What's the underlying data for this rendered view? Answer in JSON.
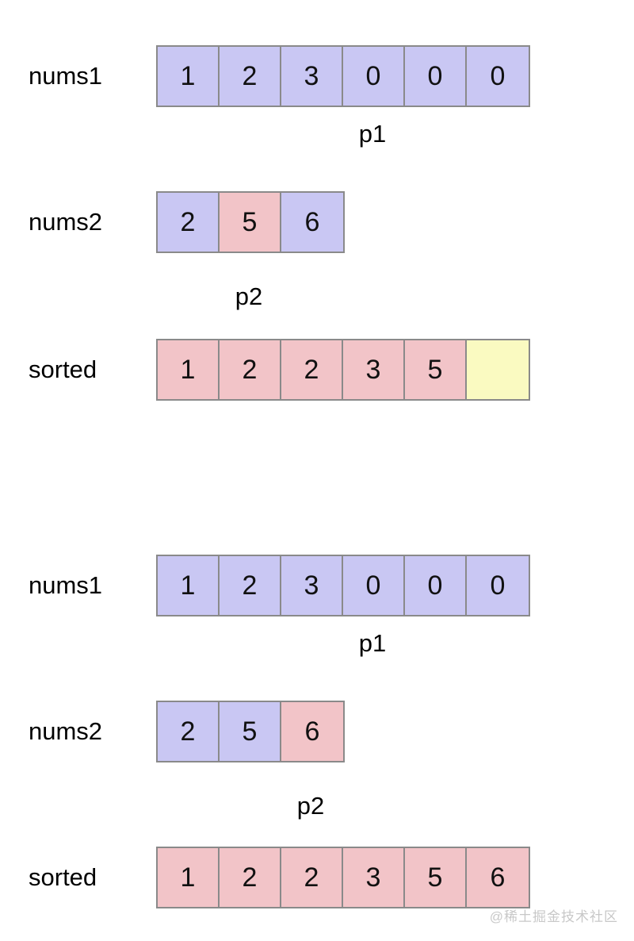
{
  "watermark": "@稀土掘金技术社区",
  "colors": {
    "blue": "#c9c7f3",
    "pink": "#f2c4c8",
    "yellow": "#fafac1",
    "border": "#8a8a8a",
    "text": "#000000",
    "watermark_gray": "#c8c8c8"
  },
  "steps": [
    {
      "name": "step-1",
      "rows": [
        {
          "label": "nums1",
          "cells": [
            {
              "value": "1",
              "color": "blue"
            },
            {
              "value": "2",
              "color": "blue"
            },
            {
              "value": "3",
              "color": "blue"
            },
            {
              "value": "0",
              "color": "blue"
            },
            {
              "value": "0",
              "color": "blue"
            },
            {
              "value": "0",
              "color": "blue"
            }
          ],
          "pointer": {
            "label": "p1",
            "index": 3
          }
        },
        {
          "label": "nums2",
          "cells": [
            {
              "value": "2",
              "color": "blue"
            },
            {
              "value": "5",
              "color": "pink"
            },
            {
              "value": "6",
              "color": "blue"
            }
          ],
          "pointer": {
            "label": "p2",
            "index": 1
          }
        },
        {
          "label": "sorted",
          "cells": [
            {
              "value": "1",
              "color": "pink"
            },
            {
              "value": "2",
              "color": "pink"
            },
            {
              "value": "2",
              "color": "pink"
            },
            {
              "value": "3",
              "color": "pink"
            },
            {
              "value": "5",
              "color": "pink"
            },
            {
              "value": "",
              "color": "yellow"
            }
          ],
          "pointer": null
        }
      ]
    },
    {
      "name": "step-2",
      "rows": [
        {
          "label": "nums1",
          "cells": [
            {
              "value": "1",
              "color": "blue"
            },
            {
              "value": "2",
              "color": "blue"
            },
            {
              "value": "3",
              "color": "blue"
            },
            {
              "value": "0",
              "color": "blue"
            },
            {
              "value": "0",
              "color": "blue"
            },
            {
              "value": "0",
              "color": "blue"
            }
          ],
          "pointer": {
            "label": "p1",
            "index": 3
          }
        },
        {
          "label": "nums2",
          "cells": [
            {
              "value": "2",
              "color": "blue"
            },
            {
              "value": "5",
              "color": "blue"
            },
            {
              "value": "6",
              "color": "pink"
            }
          ],
          "pointer": {
            "label": "p2",
            "index": 2
          }
        },
        {
          "label": "sorted",
          "cells": [
            {
              "value": "1",
              "color": "pink"
            },
            {
              "value": "2",
              "color": "pink"
            },
            {
              "value": "2",
              "color": "pink"
            },
            {
              "value": "3",
              "color": "pink"
            },
            {
              "value": "5",
              "color": "pink"
            },
            {
              "value": "6",
              "color": "pink"
            }
          ],
          "pointer": null
        }
      ]
    }
  ]
}
